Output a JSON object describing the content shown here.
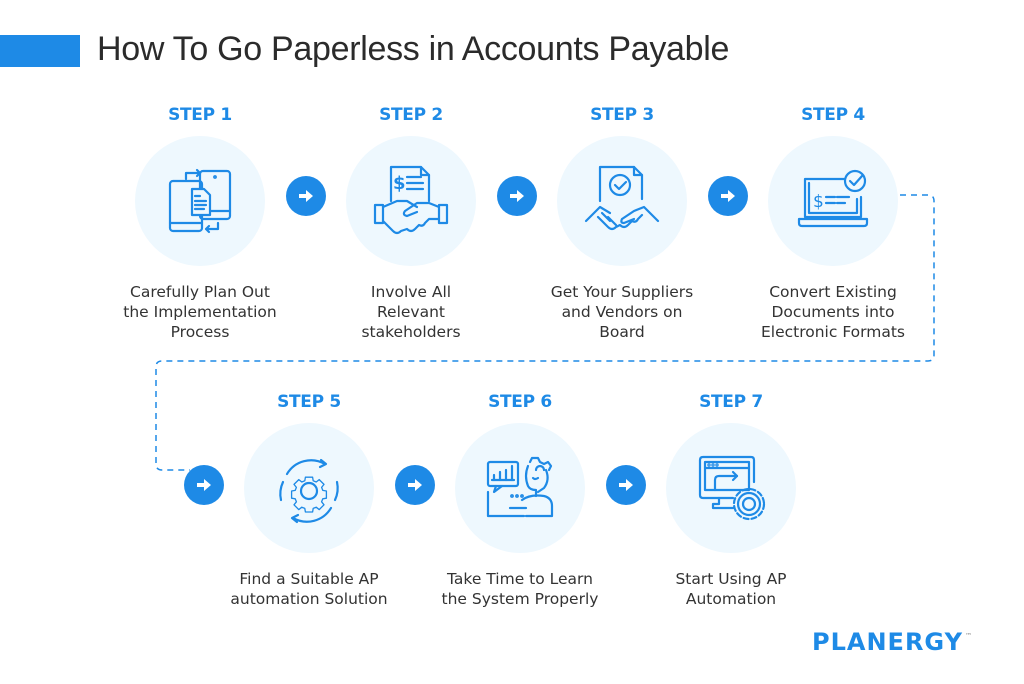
{
  "header": {
    "title": "How To Go Paperless in Accounts Payable",
    "accent_color": "#1e8ae6"
  },
  "colors": {
    "primary": "#1e8ae6",
    "circle_bg": "#eef8fe",
    "text": "#333333"
  },
  "steps": [
    {
      "label": "STEP 1",
      "description_lines": [
        "Carefully Plan Out",
        "the Implementation",
        "Process"
      ],
      "icon": "devices-document-sync-icon"
    },
    {
      "label": "STEP 2",
      "description_lines": [
        "Involve All",
        "Relevant",
        "stakeholders"
      ],
      "icon": "invoice-handshake-icon"
    },
    {
      "label": "STEP 3",
      "description_lines": [
        "Get Your Suppliers",
        "and Vendors on",
        "Board"
      ],
      "icon": "approved-document-handshake-icon"
    },
    {
      "label": "STEP 4",
      "description_lines": [
        "Convert Existing",
        "Documents into",
        "Electronic Formats"
      ],
      "icon": "laptop-invoice-check-icon"
    },
    {
      "label": "STEP 5",
      "description_lines": [
        "Find a Suitable AP",
        "automation Solution"
      ],
      "icon": "gear-cycle-icon"
    },
    {
      "label": "STEP 6",
      "description_lines": [
        "Take Time to Learn",
        "the System Properly"
      ],
      "icon": "person-learning-chart-icon"
    },
    {
      "label": "STEP 7",
      "description_lines": [
        "Start Using AP",
        "Automation"
      ],
      "icon": "monitor-gear-automation-icon"
    }
  ],
  "brand": {
    "logo_text": "PLANERGY",
    "trademark": "™"
  }
}
